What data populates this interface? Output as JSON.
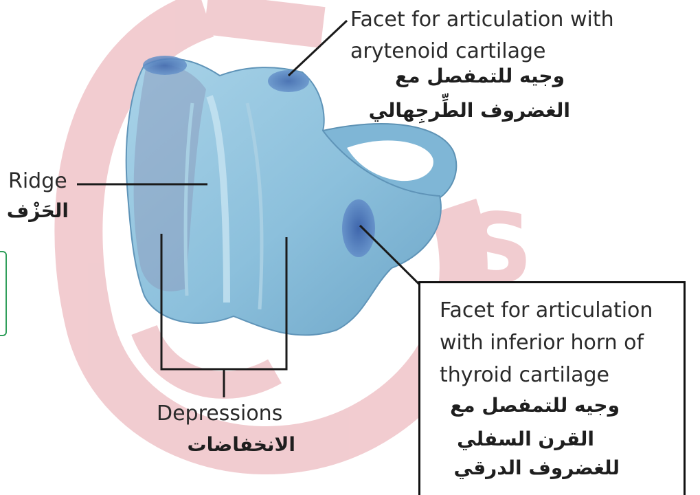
{
  "labels": {
    "arytenoid_facet_en": "Facet for articulation with arytenoid cartilage",
    "arytenoid_facet_ar_line1": "وجيه للتمفصل مع",
    "arytenoid_facet_ar_line2": "الغضروف الطِّرجِهالي",
    "ridge_en": "Ridge",
    "ridge_ar": "الحَزْف",
    "depressions_en": "Depressions",
    "depressions_ar": "الانخفاضات",
    "thyroid_facet_en": "Facet for articulation with inferior horn of thyroid cartilage",
    "thyroid_facet_ar_line1": "وجيه للتمفصل مع",
    "thyroid_facet_ar_line2": "القرن السفلي",
    "thyroid_facet_ar_line3": "للغضروف الدرقي"
  },
  "colors": {
    "cartilage_main": "#8fc3dd",
    "cartilage_dark": "#5f9bbd",
    "facet_blue": "#4a78b8",
    "watermark_red": "#e38a92",
    "leader_line": "#1a1a1a",
    "box_border": "#111111"
  }
}
